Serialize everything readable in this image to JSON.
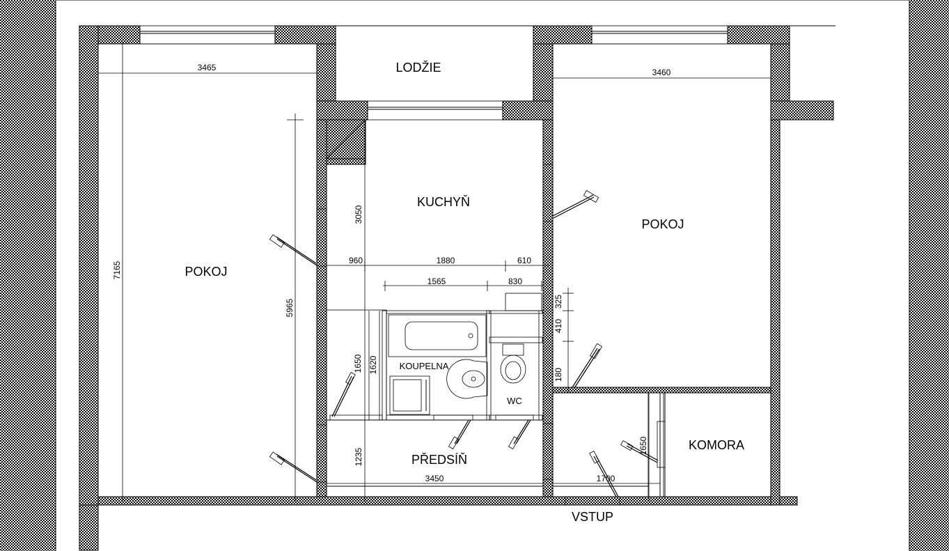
{
  "rooms": {
    "lodzie": "LODŽIE",
    "pokoj_left": "POKOJ",
    "kuchyn": "KUCHYŇ",
    "pokoj_right": "POKOJ",
    "koupelna": "KOUPELNA",
    "wc": "WC",
    "predsin": "PŘEDSÍŇ",
    "komora": "KOMORA",
    "vstup": "VSTUP"
  },
  "dimensions": {
    "left_room_width": "3465",
    "right_room_width": "3460",
    "left_total_height": "7165",
    "left_inner_height": "5965",
    "kitchen_height": "3050",
    "seg_960": "960",
    "seg_1880": "1880",
    "seg_610": "610",
    "seg_1565": "1565",
    "seg_830": "830",
    "seg_325": "325",
    "seg_410": "410",
    "seg_180": "180",
    "bath_height_a": "1650",
    "bath_height_b": "1620",
    "hall_height": "1235",
    "hall_width": "3450",
    "entry_width": "1700",
    "komora_height": "1650"
  },
  "colors": {
    "stroke": "#000000",
    "background": "#ffffff",
    "hatch_pattern": "checkered"
  }
}
